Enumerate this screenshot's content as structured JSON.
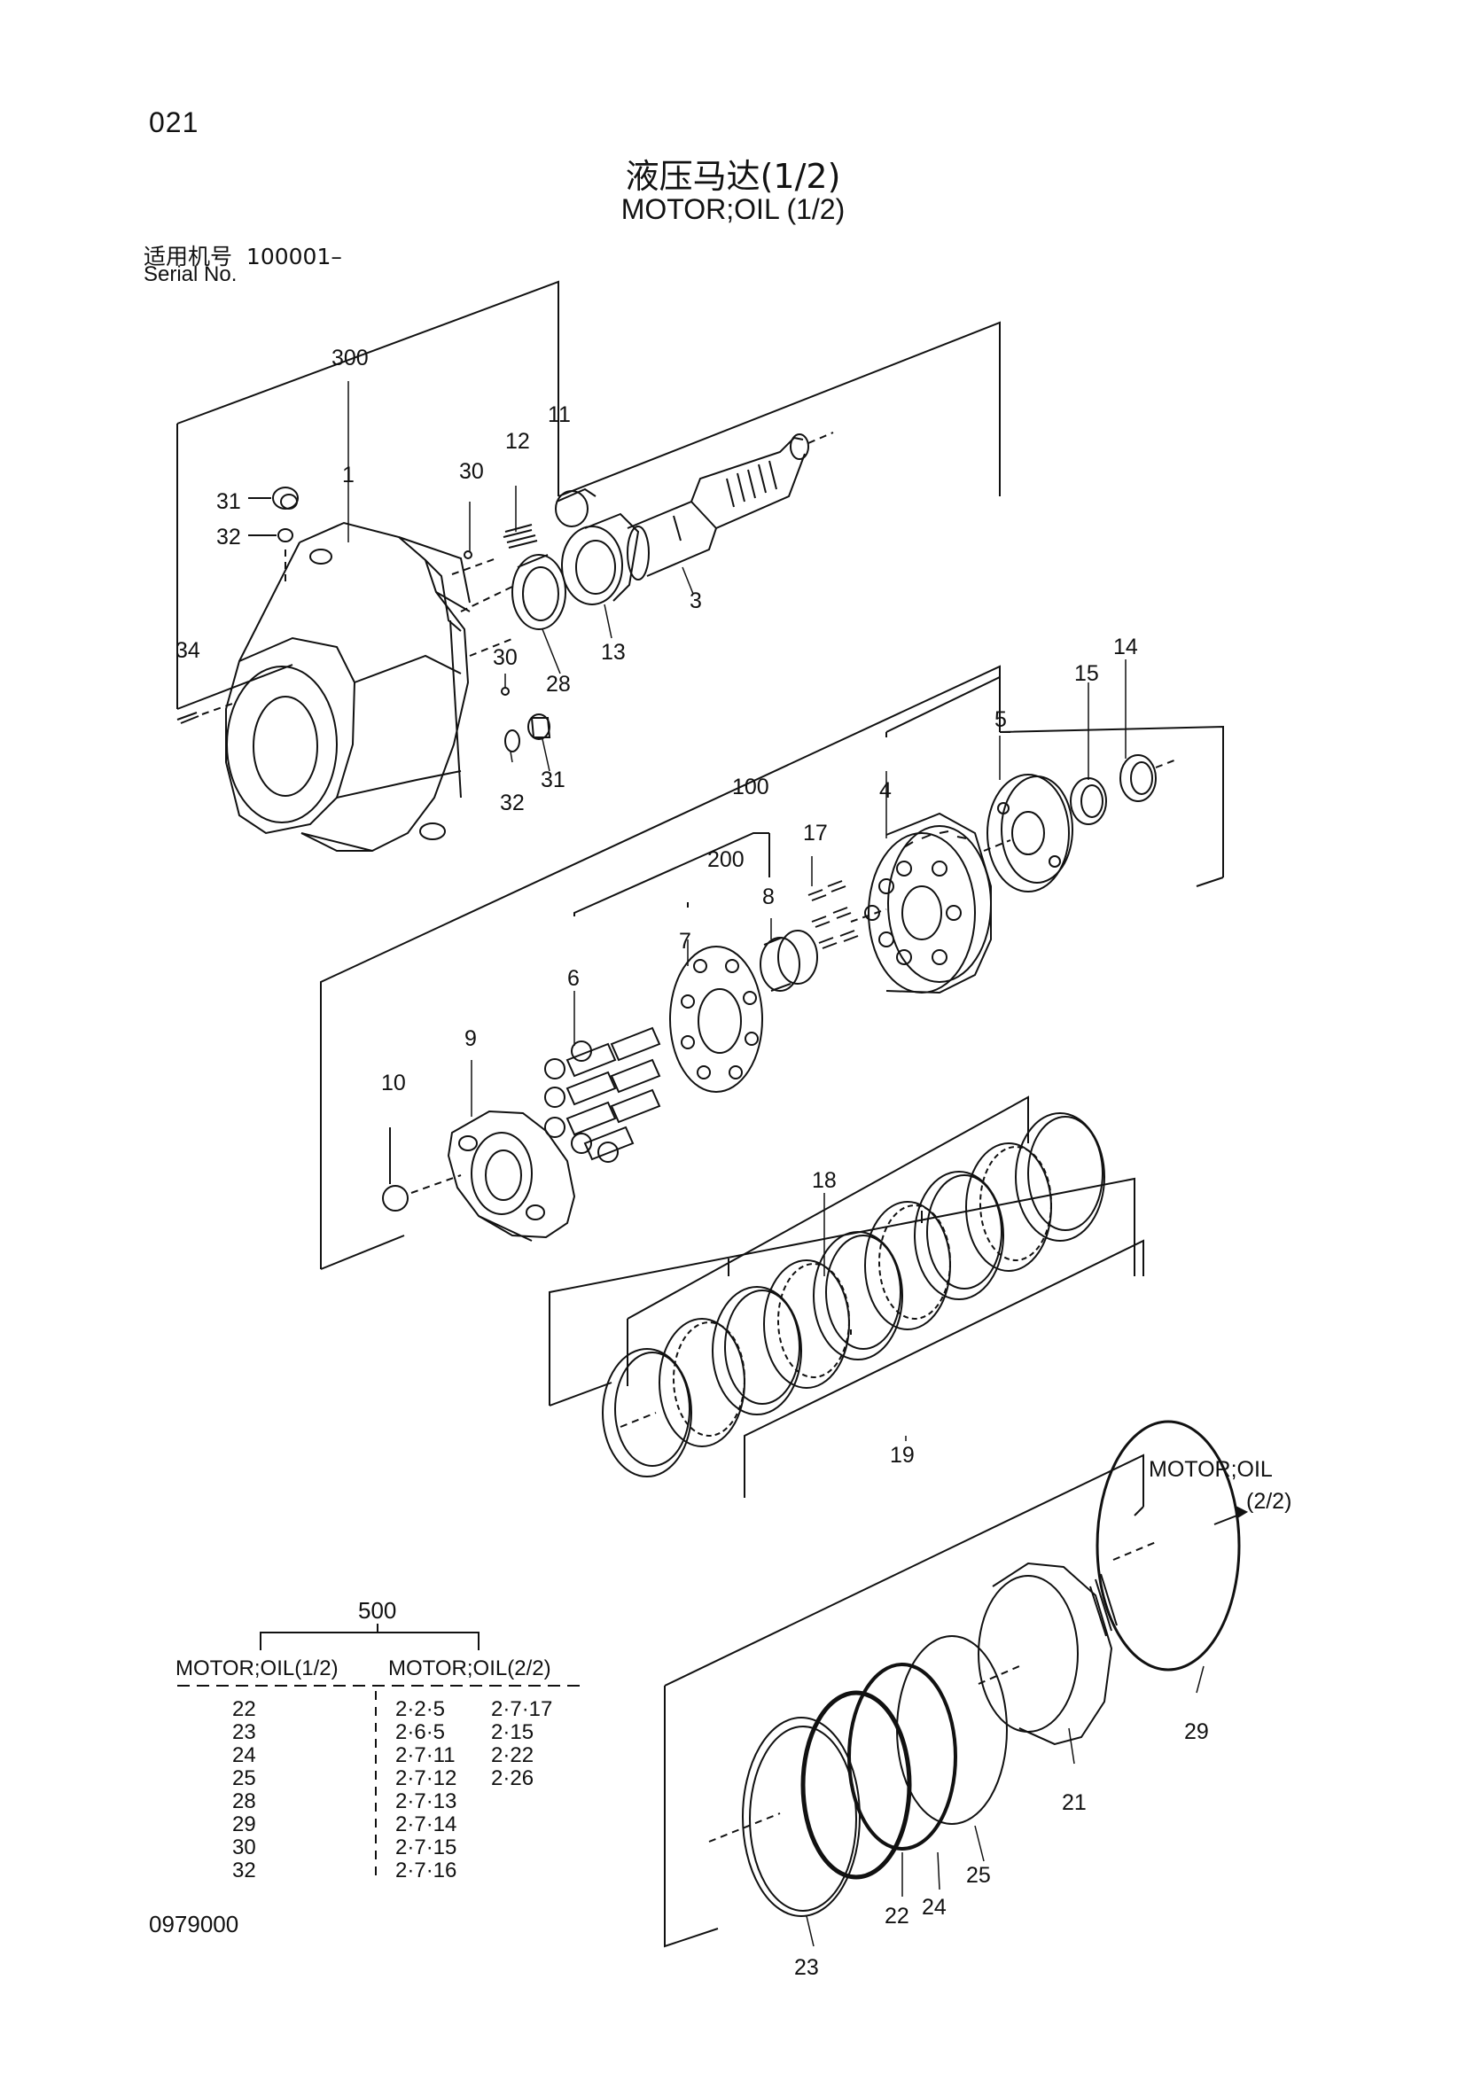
{
  "page_number": "021",
  "title_cn": "液压马达(1/2)",
  "title_en": "MOTOR;OIL (1/2)",
  "serial_label_cn": "适用机号",
  "serial_value": "100001–",
  "serial_label_en": "Serial No.",
  "drawing_number": "0979000",
  "callouts": [
    "300",
    "1",
    "31",
    "32",
    "34",
    "30",
    "12",
    "11",
    "3",
    "28",
    "13",
    "30",
    "32",
    "31",
    "100",
    "200",
    "17",
    "4",
    "5",
    "15",
    "14",
    "6",
    "7",
    "8",
    "9",
    "10",
    "18",
    "19",
    "21",
    "29",
    "22",
    "23",
    "24",
    "25"
  ],
  "continuation_label": "MOTOR;OIL",
  "continuation_page": "(2/2)",
  "group": {
    "number": "500",
    "col1_header": "MOTOR;OIL(1/2)",
    "col2_header": "MOTOR;OIL(2/2)",
    "col1_items": [
      "22",
      "23",
      "24",
      "25",
      "28",
      "29",
      "30",
      "32"
    ],
    "col2_items": [
      "2·2·5",
      "2·6·5",
      "2·7·11",
      "2·7·12",
      "2·7·13",
      "2·7·14",
      "2·7·15",
      "2·7·16"
    ],
    "col3_items": [
      "2·7·17",
      "2·15",
      "2·22",
      "2·26"
    ]
  }
}
